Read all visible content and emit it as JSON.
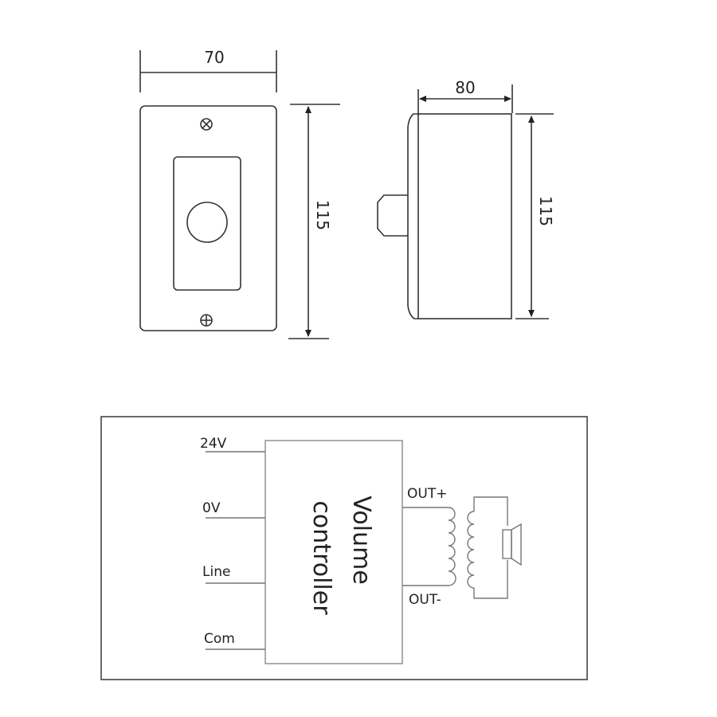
{
  "front_view": {
    "width_label": "70",
    "height_label": "115",
    "top_screw_icon": "screw-cross-x",
    "bottom_screw_icon": "screw-cross-plus"
  },
  "side_view": {
    "depth_label": "80",
    "height_label": "115"
  },
  "wiring": {
    "block_title_line1": "Volume",
    "block_title_line2": "controller",
    "inputs": [
      {
        "label": "24V"
      },
      {
        "label": "0V"
      },
      {
        "label": "Line"
      },
      {
        "label": "Com"
      }
    ],
    "outputs": [
      {
        "label": "OUT+"
      },
      {
        "label": "OUT-"
      }
    ],
    "load_icon": "speaker-icon",
    "transformer_icon": "transformer-icon"
  },
  "colors": {
    "line": "#333333",
    "wire": "#555555"
  }
}
